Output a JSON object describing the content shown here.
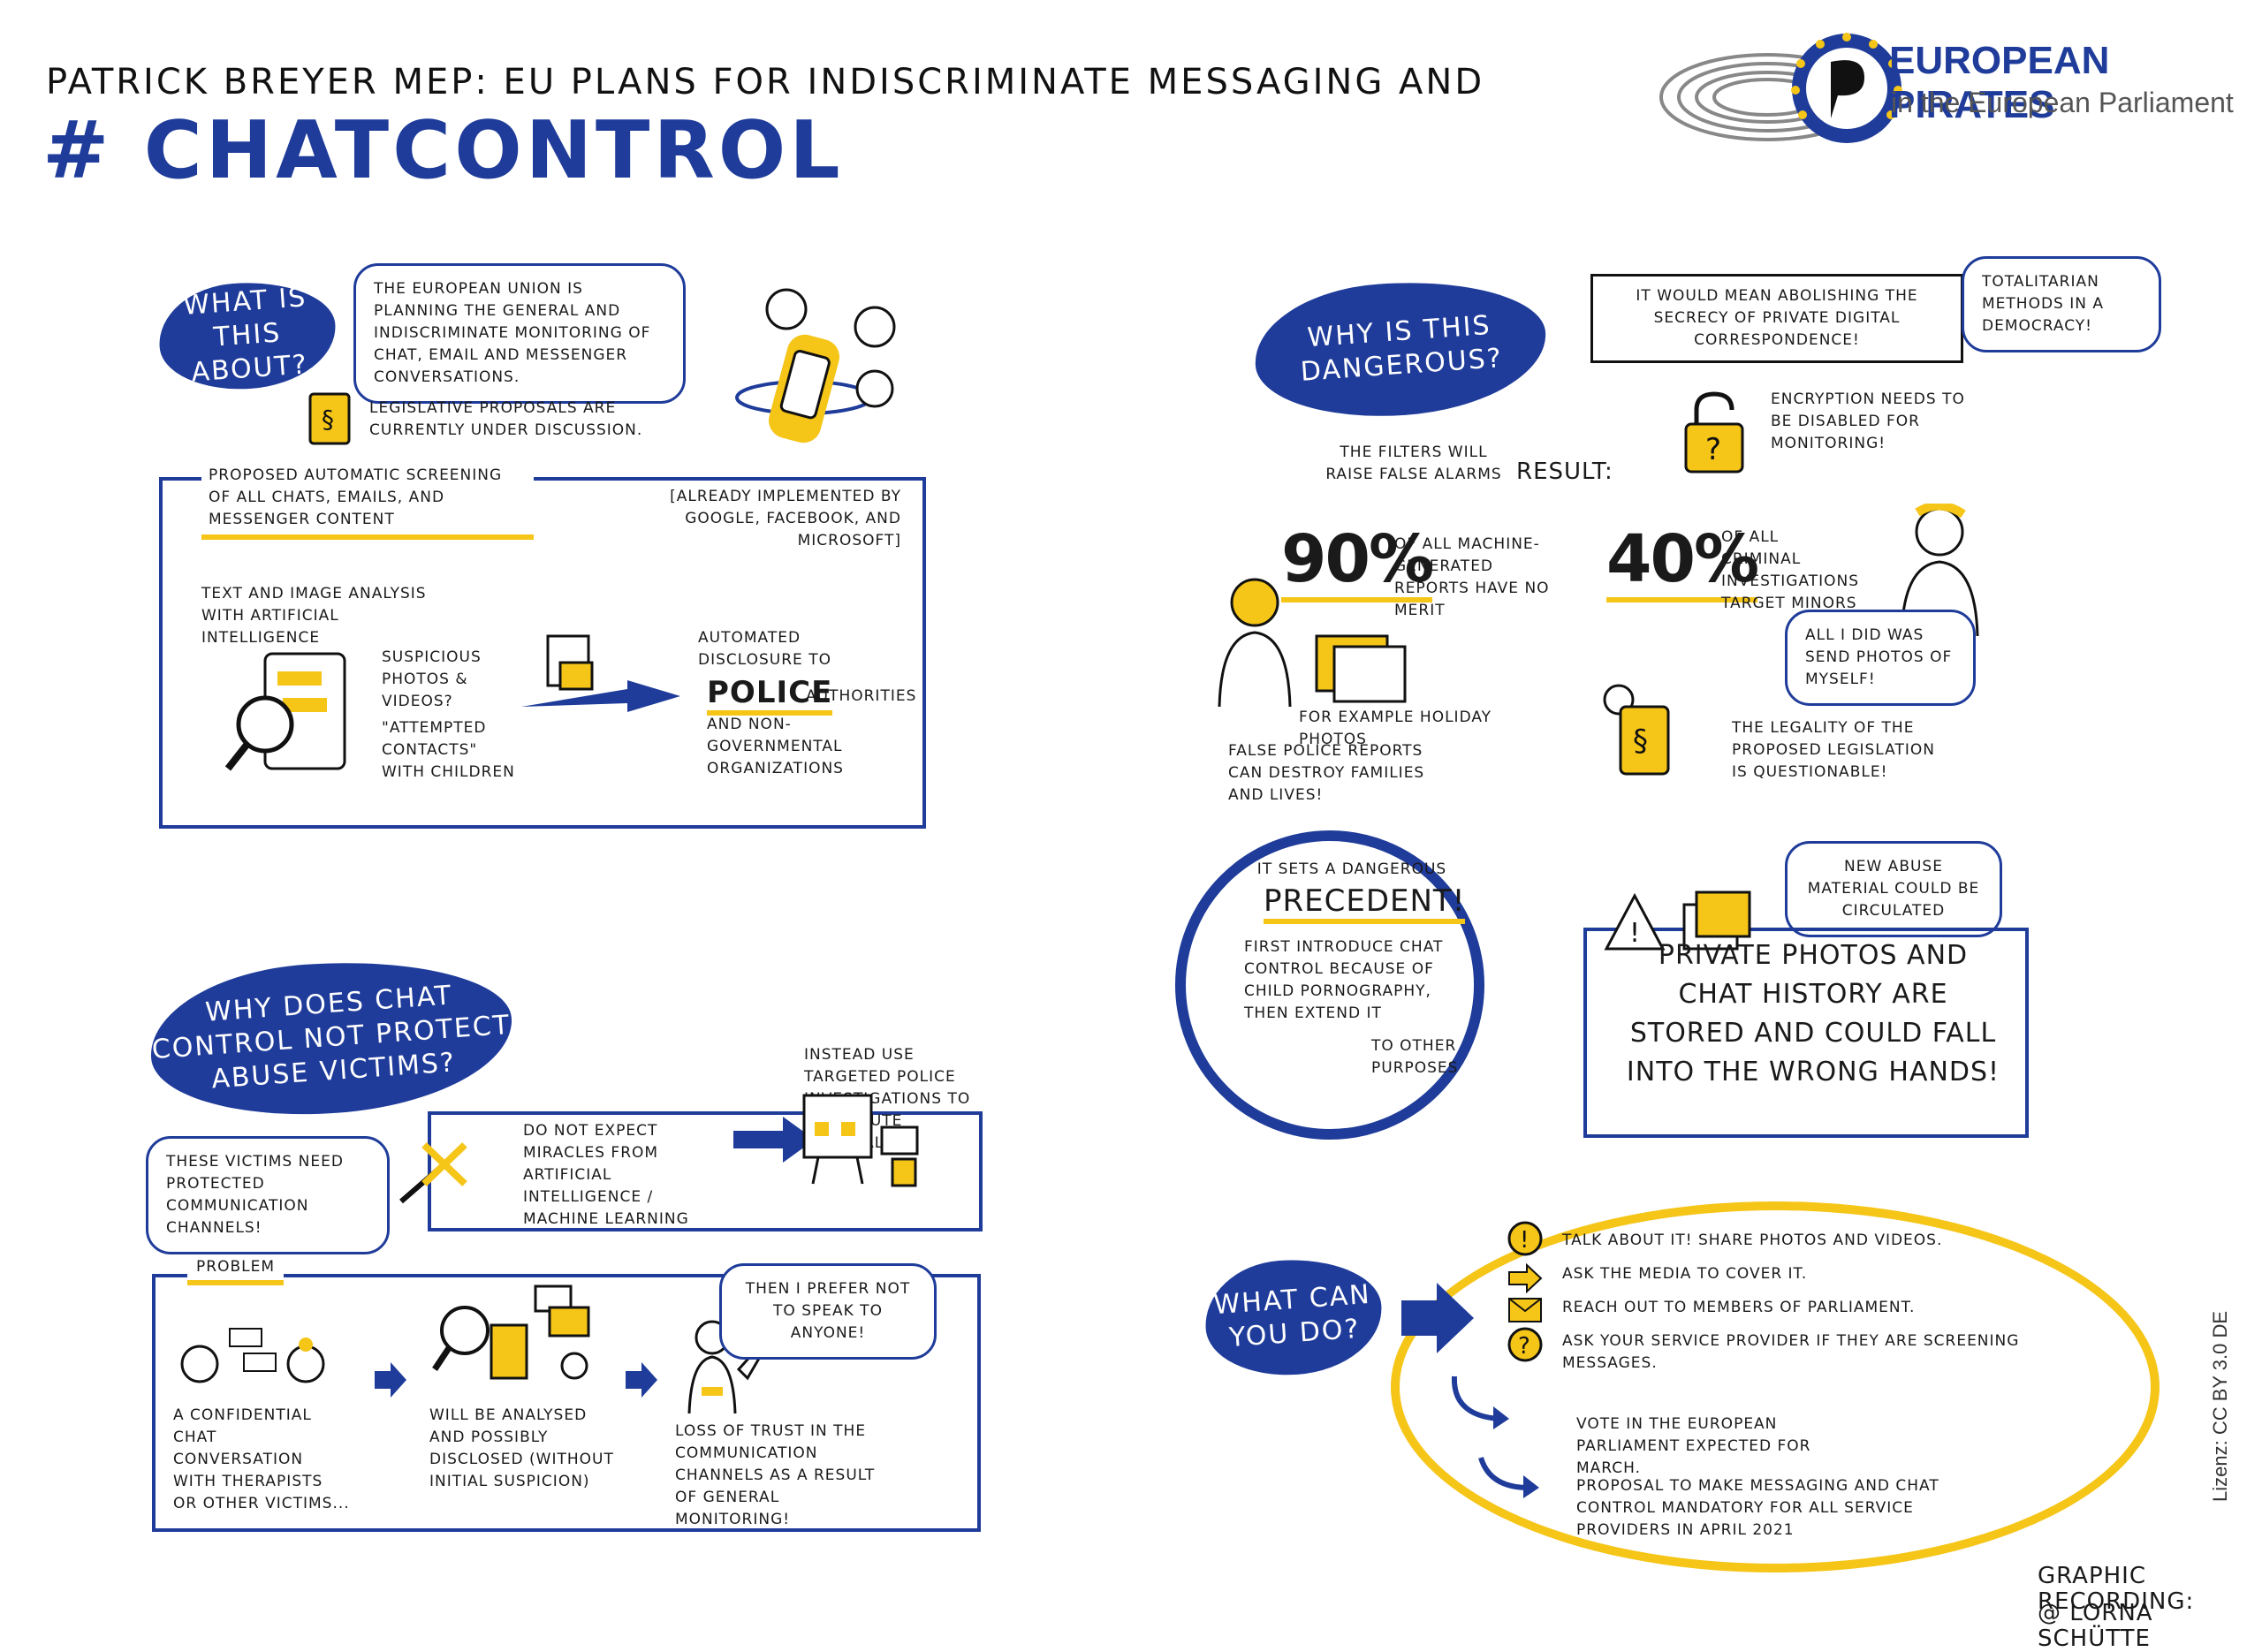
{
  "header": {
    "title_line1": "Patrick Breyer MEP: EU plans for indiscriminate messaging and",
    "title_line2": "# ChatControl",
    "logo_name": "EUROPEAN PIRATES",
    "logo_sub": "in the European Parliament"
  },
  "what_about": {
    "heading": "What is this about?",
    "bubble": "The European Union is planning the general and indiscriminate monitoring of chat, email and messenger conversations.",
    "legislative": "Legislative proposals are currently under discussion.",
    "screening": "Proposed automatic screening of all chats, emails, and messenger content",
    "already": "[Already implemented by Google, Facebook, and Microsoft]",
    "text_analysis": "Text and image analysis with artificial intelligence",
    "suspicious": "Suspicious photos & videos?",
    "attempted": "\"Attempted contacts\" with children",
    "automated": "Automated disclosure to",
    "police": "POLICE",
    "authorities": "authorities",
    "ngo": "and non-governmental organizations"
  },
  "dangerous": {
    "heading": "Why is this dangerous?",
    "banner": "It would mean abolishing the secrecy of private digital correspondence!",
    "totalitarian": "Totalitarian methods in a democracy!",
    "encryption": "Encryption needs to be disabled for monitoring!",
    "filters": "The filters will raise false alarms",
    "result": "Result:",
    "pct90": "90%",
    "pct90_text": "of all machine-generated reports have no merit",
    "pct40": "40%",
    "pct40_text": "of all criminal investigations target minors",
    "send_bubble": "All I did was send photos of myself!",
    "holiday": "For example holiday photos",
    "false_reports": "False police reports can destroy families and lives!",
    "legality": "The legality of the proposed legislation is questionable!"
  },
  "precedent": {
    "sets": "It sets a dangerous",
    "word": "Precedent!",
    "first": "First introduce chat control because of child pornography, then extend it",
    "other": "to other purposes"
  },
  "stored": {
    "new_abuse": "New abuse material could be circulated",
    "text": "Private photos and chat history are stored and could fall into the wrong hands!"
  },
  "not_protect": {
    "heading": "Why does chat control not protect abuse victims?",
    "victims_bubble": "These victims need protected communication channels!",
    "miracles": "Do not expect miracles from artificial intelligence / machine learning",
    "targeted": "Instead use targeted police investigations to prosecute criminals"
  },
  "problem": {
    "label": "Problem",
    "confidential": "A confidential chat conversation with therapists or other victims...",
    "analysed": "Will be analysed and possibly disclosed (without initial suspicion)",
    "prefer_bubble": "Then I prefer not to speak to anyone!",
    "loss": "Loss of trust in the communication channels as a result of general monitoring!"
  },
  "action": {
    "heading": "What can you do?",
    "items": [
      "Talk about it! Share photos and videos.",
      "Ask the media to cover it.",
      "Reach out to members of parliament.",
      "Ask your service provider if they are screening messages."
    ],
    "vote": "Vote in the European Parliament expected for March.",
    "proposal": "Proposal to make messaging and chat control mandatory for all service providers in April 2021"
  },
  "footer": {
    "license": "Lizenz: CC BY 3.0 DE",
    "credit1": "Graphic Recording:",
    "credit2": "@ Lorna Schütte"
  },
  "colors": {
    "blue": "#1f3c9a",
    "yellow": "#f5c518"
  }
}
